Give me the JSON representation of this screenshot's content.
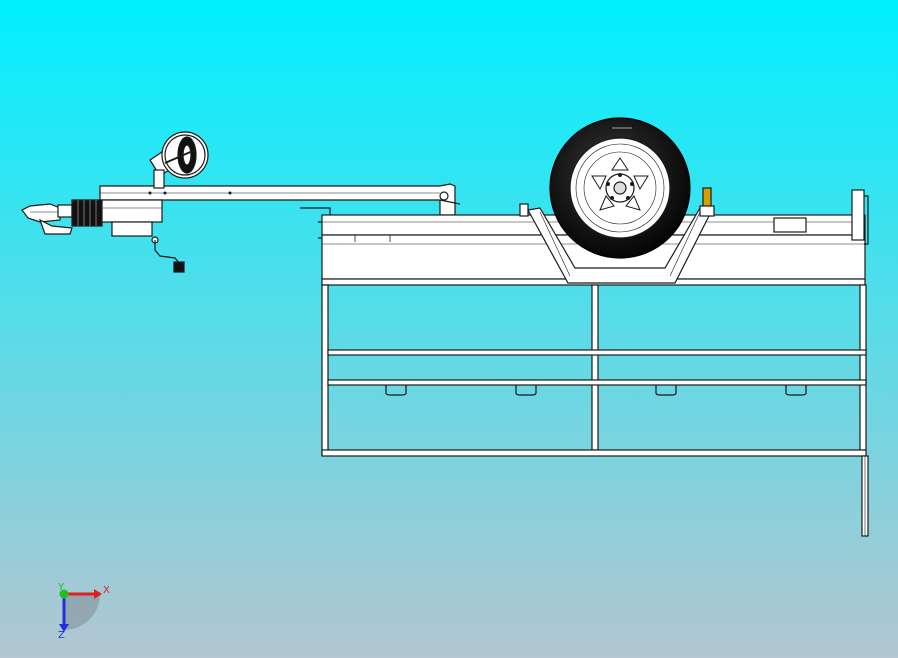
{
  "viewport": {
    "background_top": "#00f0ff",
    "background_bottom": "#b4c6d0",
    "line_color": "#1a1a1a",
    "part_fill": "#ffffff"
  },
  "triad": {
    "x_label": "X",
    "y_label": "Y",
    "z_label": "Z",
    "x_color": "#e02020",
    "y_color": "#20c020",
    "z_color": "#2030e0"
  }
}
